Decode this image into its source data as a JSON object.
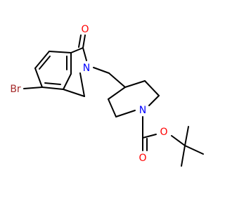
{
  "colors": {
    "background": "#ffffff",
    "bond": "#000000",
    "oxygen": "#ff0000",
    "nitrogen": "#0000ff",
    "bromine": "#a52a2a"
  },
  "atoms": {
    "ketone_oxygen": {
      "text": "O",
      "element": "oxygen"
    },
    "lactam_nitrogen": {
      "text": "N",
      "element": "nitrogen"
    },
    "bromine": {
      "text": "Br",
      "element": "bromine"
    },
    "piperidine_nitrogen": {
      "text": "N",
      "element": "nitrogen"
    },
    "carbonyl_oxygen": {
      "text": "O",
      "element": "oxygen"
    },
    "ester_oxygen": {
      "text": "O",
      "element": "oxygen"
    }
  }
}
